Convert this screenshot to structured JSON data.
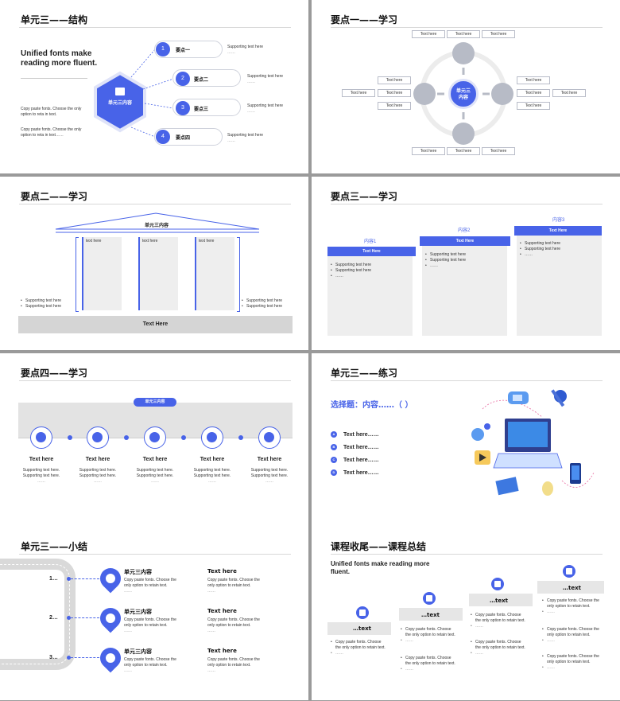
{
  "slides": {
    "s1": {
      "title": "单元三——结构",
      "heading": "Unified fonts make reading more fluent.",
      "center_label": "单元三内容",
      "note1": "Copy paste fonts. Choose the only option to reta in text.",
      "note2": "Copy paste fonts. Choose the only option to reta in text……",
      "items": [
        {
          "num": "1",
          "label": "要点一",
          "support": "Supporting text here"
        },
        {
          "num": "2",
          "label": "要点二",
          "support": "Supporting text here"
        },
        {
          "num": "3",
          "label": "要点三",
          "support": "Supporting text here"
        },
        {
          "num": "4",
          "label": "要点四",
          "support": "Supporting text here"
        }
      ],
      "dots": "……"
    },
    "s2": {
      "title": "要点一——学习",
      "center_label": "单元三内容",
      "box_text": "Text here"
    },
    "s3": {
      "title": "要点二——学习",
      "roof_label": "单元三内容",
      "col_label": "text here",
      "support": "Supporting text here",
      "base_label": "Text Here"
    },
    "s4": {
      "title": "要点三——学习",
      "steps": [
        {
          "caption": "内容1",
          "ribbon": "Text Here"
        },
        {
          "caption": "内容2",
          "ribbon": "Text Here"
        },
        {
          "caption": "内容3",
          "ribbon": "Text Here"
        }
      ],
      "support": "Supporting text here",
      "dots": "……"
    },
    "s5": {
      "title": "要点四——学习",
      "pill": "单元三内容",
      "step_title": "Text here",
      "step_support": "Supporting text here.",
      "dots": "……"
    },
    "s6": {
      "title": "单元三——练习",
      "question": "选择题：内容……（ ）",
      "options": [
        {
          "letter": "A",
          "text": "Text here……"
        },
        {
          "letter": "B",
          "text": "Text here……"
        },
        {
          "letter": "C",
          "text": "Text here……"
        },
        {
          "letter": "D",
          "text": "Text here……"
        }
      ]
    },
    "s7": {
      "title": "单元三——小结",
      "nums": [
        "1…",
        "2…",
        "3…"
      ],
      "left_title": "单元三内容",
      "right_title": "Text here",
      "body": "Copy paste fonts. Choose the only option to retain text.",
      "dots": "……"
    },
    "s8": {
      "title": "课程收尾——课程总结",
      "heading": "Unified fonts make reading more fluent.",
      "step_label": "…text",
      "body": "Copy paste fonts. Choose the only option to retain text.",
      "dots": "……"
    }
  },
  "colors": {
    "accent": "#4863e8",
    "gray": "#b7bbc6",
    "panel": "#eeeeee"
  }
}
